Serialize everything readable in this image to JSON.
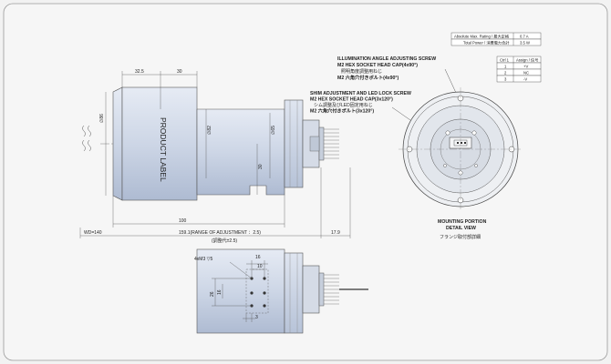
{
  "ratings_table": [
    {
      "label": "Absolute Max. Rating / 最大定格",
      "value": "0.7 A"
    },
    {
      "label": "Total Power / 消費電力合計",
      "value": "3.5 W"
    }
  ],
  "pin_table": {
    "headers": [
      "Ctrl 1",
      "Assign / 信号"
    ],
    "rows": [
      [
        "1",
        "+V"
      ],
      [
        "2",
        "NC"
      ],
      [
        "3",
        "-V"
      ]
    ]
  },
  "callouts": {
    "illumination": [
      "ILLUMINATION ANGLE ADJUSTING SCREW",
      "M2 HEX SOCKET HEAD CAP(4x90°)",
      "照明角度調整用ねじ",
      "M2 六角穴付きボルト(4x90°)"
    ],
    "shim": [
      "SHIM ADJUSTMENT AND LED LOCK SCREW",
      "M2 HEX SOCKET HEAD CAP(3x120°)",
      "シム調整及びLED固定用ねじ",
      "M2 六角穴付きボルト(3x120°)"
    ]
  },
  "mounting": {
    "title1": "MOUNTING PORTION",
    "title2": "DETAIL VIEW",
    "jp": "フランジ取付部詳細"
  },
  "dims": {
    "d325": "32.5",
    "d30top": "30",
    "d100": "100",
    "d1591": "159.1(RANGE OF ADJUSTMENT ：2.5)",
    "d179": "17.9",
    "wd": "WD=140",
    "adj_jp": "(調整代±2.5)",
    "phi86": "∅86",
    "phi82": "∅82",
    "phi65": "∅65",
    "d30side": "30",
    "m3": "4xM3 ▽5",
    "d16a": "16",
    "d10": "10",
    "d26": "26",
    "d16b": "16",
    "d3": "3"
  },
  "product_label": "PRODUCT LABEL"
}
